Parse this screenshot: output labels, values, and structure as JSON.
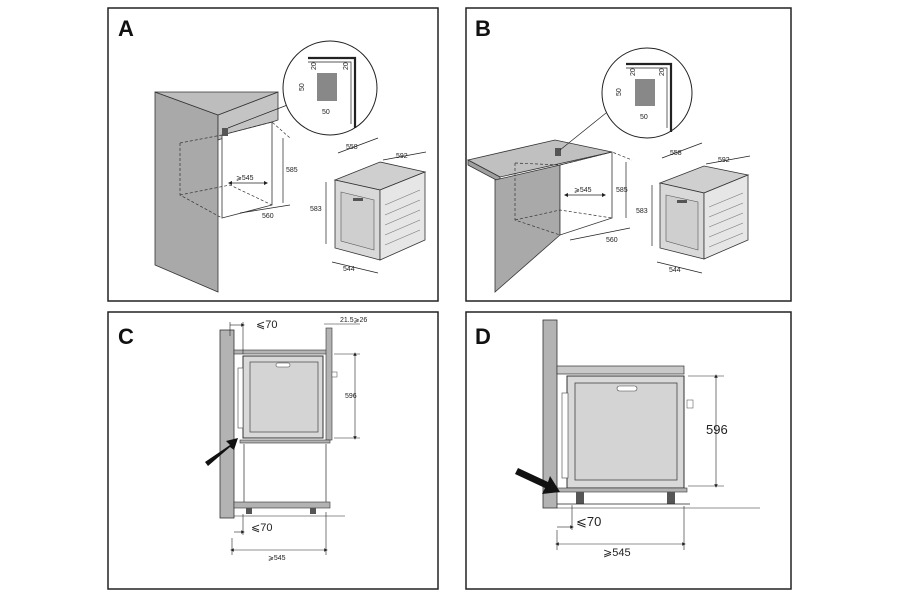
{
  "panels": {
    "a": {
      "letter": "A",
      "detail": {
        "top_a": "20",
        "top_b": "20",
        "side": "50",
        "bottom": "50"
      },
      "cabinet": {
        "depth": "585",
        "width_min": "⩾545",
        "width": "560"
      },
      "oven": {
        "depth": "558",
        "width": "592",
        "height": "583",
        "front": "544"
      }
    },
    "b": {
      "letter": "B",
      "detail": {
        "top_a": "20",
        "top_b": "20",
        "side": "50",
        "bottom": "50"
      },
      "cabinet": {
        "depth": "585",
        "width_min": "⩾545",
        "width": "560"
      },
      "oven": {
        "depth": "558",
        "width": "592",
        "height": "583",
        "front": "544"
      }
    },
    "c": {
      "letter": "C",
      "gap_top": "⩽70",
      "gap_side": "21.5⩾26",
      "height": "596",
      "gap_bottom": "⩽70",
      "width_min": "⩾545"
    },
    "d": {
      "letter": "D",
      "height": "596",
      "gap_bottom": "⩽70",
      "width_min": "⩾545"
    }
  },
  "colors": {
    "cabinet_fill": "#b3b3b3",
    "oven_fill": "#d9d9d9",
    "line": "#1a1a1a",
    "arrow": "#111111"
  }
}
